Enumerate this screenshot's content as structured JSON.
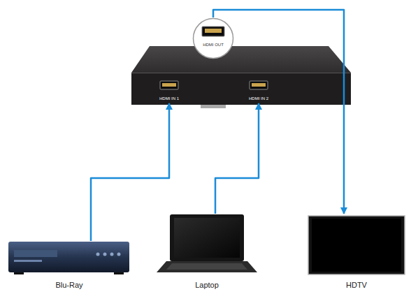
{
  "diagram": {
    "nodes": [
      {
        "text": [
          "HDMI OUT"
        ]
      },
      {
        "text": [
          "HDMI IN 1"
        ]
      },
      {
        "text": [
          "HDMI IN 2"
        ]
      },
      {
        "text": [
          "Blu-Ray"
        ]
      },
      {
        "text": [
          "Laptop"
        ]
      },
      {
        "text": [
          "HDTV"
        ]
      }
    ],
    "edges": [
      {
        "from": 3,
        "to": 1,
        "arrow": "to"
      },
      {
        "from": 4,
        "to": 2,
        "arrow": "to"
      },
      {
        "from": 0,
        "to": 5,
        "arrow": "to"
      }
    ]
  }
}
